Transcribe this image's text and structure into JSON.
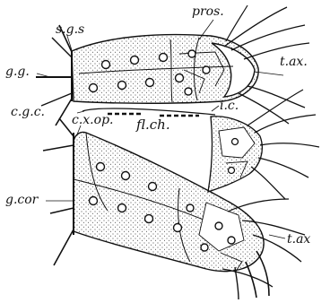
{
  "figure": {
    "labels": {
      "pros": "pros.",
      "sgs": "s.g.s",
      "gg": "g.g.",
      "tax_top": "t.ax.",
      "cgc": "c.g.c.",
      "ic": "i.c.",
      "cxop": "c.x.op.",
      "flch": "fl.ch.",
      "gcor": "g.cor",
      "tax_bottom": "t.ax"
    },
    "colors": {
      "ink": "#111111",
      "paper": "#ffffff"
    }
  }
}
